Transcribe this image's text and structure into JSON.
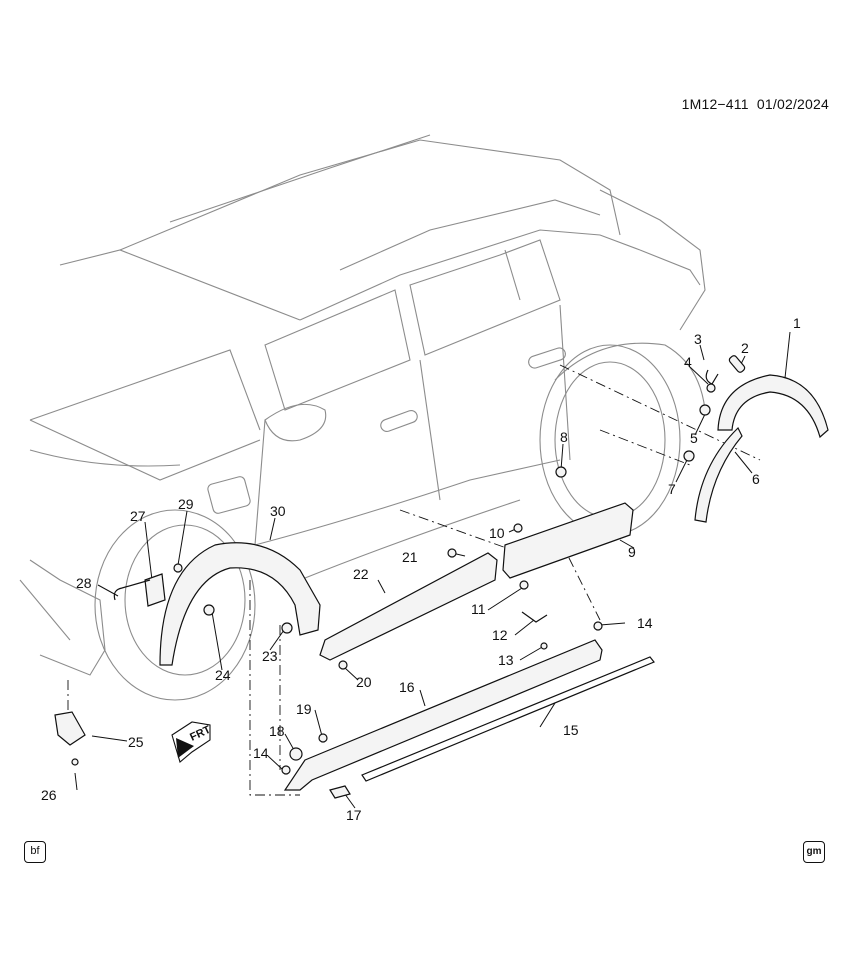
{
  "header": {
    "code": "1M12−411",
    "date": "01/02/2024"
  },
  "badges": {
    "left": "bf",
    "right": "gm"
  },
  "frt": "FRT",
  "callouts": [
    "1",
    "2",
    "3",
    "4",
    "5",
    "6",
    "7",
    "8",
    "9",
    "10",
    "11",
    "12",
    "13",
    "14",
    "14",
    "15",
    "16",
    "17",
    "18",
    "19",
    "20",
    "21",
    "22",
    "23",
    "24",
    "25",
    "26",
    "27",
    "28",
    "29",
    "30"
  ],
  "colors": {
    "line": "#111111",
    "light": "#9a9a9a",
    "part_fill": "#f4f4f4",
    "rail": "#ffffff"
  }
}
